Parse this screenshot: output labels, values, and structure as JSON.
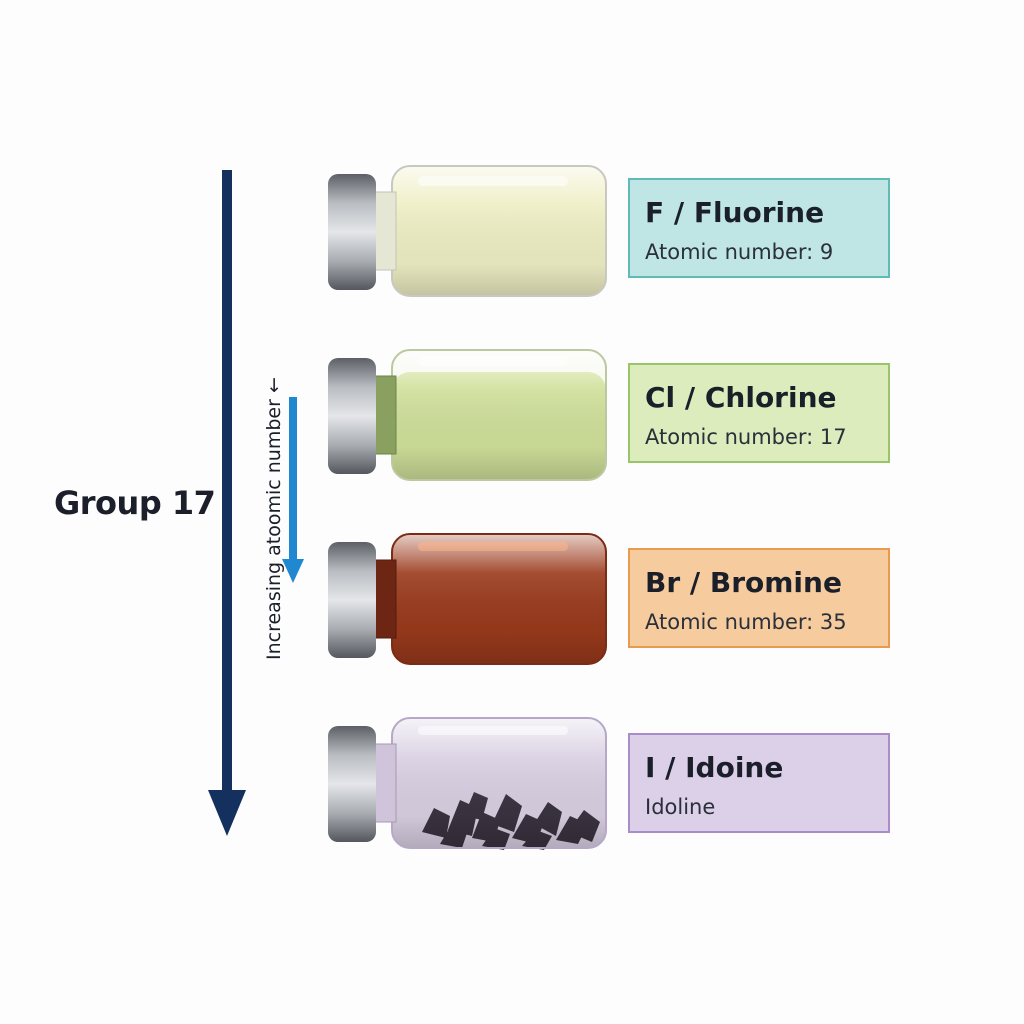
{
  "group_label": "Group 17",
  "trend_label": "Increasing atoomic number ←",
  "elements": [
    {
      "title": "F / Fluorine",
      "subtitle": "Atomic number: 9",
      "box_fill": "#bfe6e4",
      "box_border": "#5fbab8",
      "liquid_color": "#eeeec4"
    },
    {
      "title": "Cl / Chlorine",
      "subtitle": "Atomic number: 17",
      "box_fill": "#dcecbc",
      "box_border": "#9ac46a",
      "liquid_color": "#cfe09a"
    },
    {
      "title": "Br / Bromine",
      "subtitle": "Atomic number: 35",
      "box_fill": "#f6cc9e",
      "box_border": "#e89a4f",
      "liquid_color": "#9a3a1c"
    },
    {
      "title": "I / Idoine",
      "subtitle": "Idoline",
      "box_fill": "#dccfe8",
      "box_border": "#a98cc8",
      "liquid_color": "#d9d0e2"
    }
  ],
  "colors": {
    "main_arrow": "#14305e",
    "trend_arrow": "#1f88d0",
    "cap": "#8f9399"
  }
}
